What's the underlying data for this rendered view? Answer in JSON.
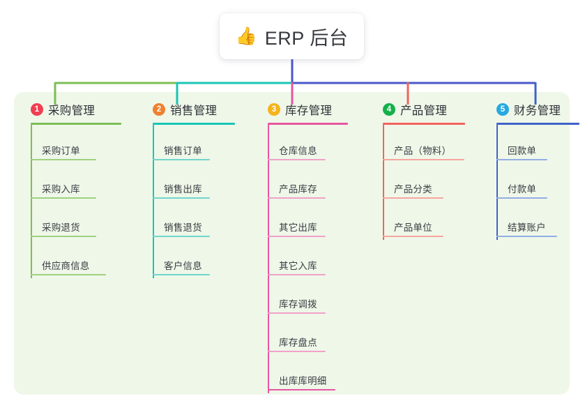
{
  "diagram": {
    "type": "mindmap-tree",
    "background_color": "#ffffff",
    "panel_color": "#eff7e9",
    "root": {
      "icon": "thumbs-up-icon",
      "emoji": "👍",
      "title": "ERP 后台",
      "card_color": "#ffffff",
      "stem_color": "#4b56c9"
    },
    "branches": [
      {
        "index": "1",
        "badge_label": "1",
        "badge_color": "#ef3f52",
        "title": "采购管理",
        "line_color": "#7cbe54",
        "children": [
          "采购订单",
          "采购入库",
          "采购退货",
          "供应商信息"
        ]
      },
      {
        "index": "2",
        "badge_label": "2",
        "badge_color": "#f08030",
        "title": "销售管理",
        "line_color": "#19c5b6",
        "children": [
          "销售订单",
          "销售出库",
          "销售退货",
          "客户信息"
        ]
      },
      {
        "index": "3",
        "badge_label": "3",
        "badge_color": "#f6b41c",
        "title": "库存管理",
        "line_color": "#e8559f",
        "children": [
          "仓库信息",
          "产品库存",
          "其它出库",
          "其它入库",
          "库存调拨",
          "库存盘点",
          "出库库明细"
        ]
      },
      {
        "index": "4",
        "badge_label": "4",
        "badge_color": "#16b04b",
        "title": "产品管理",
        "line_color": "#f2635f",
        "children": [
          "产品（物料）",
          "产品分类",
          "产品单位"
        ]
      },
      {
        "index": "5",
        "badge_label": "5",
        "badge_color": "#27a9e0",
        "title": "财务管理",
        "line_color": "#3f63c8",
        "children": [
          "回款单",
          "付款单",
          "结算账户"
        ]
      }
    ],
    "trunk": {
      "segments": [
        {
          "color": "#7cbe54",
          "label": "trunk-segment-green"
        },
        {
          "color": "#19c5b6",
          "label": "trunk-segment-teal"
        },
        {
          "color": "#4b56c9",
          "label": "trunk-segment-blue"
        }
      ]
    }
  }
}
